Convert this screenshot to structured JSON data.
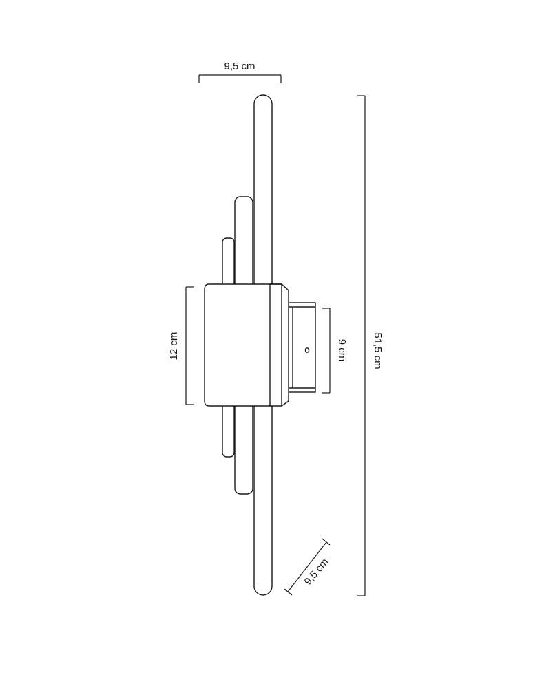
{
  "dimensions": {
    "top_width": "9,5 cm",
    "total_height": "51,5 cm",
    "box_height": "12 cm",
    "mount_height": "9 cm",
    "depth": "9,5 cm"
  },
  "colors": {
    "stroke": "#1a1a1a",
    "background": "#ffffff"
  }
}
